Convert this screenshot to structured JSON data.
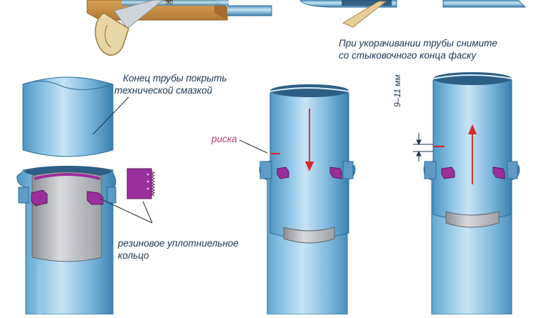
{
  "labels": {
    "chamfer_note_line1": "При укорачивании трубы снимите",
    "chamfer_note_line2": "со стыковочного конца фаску",
    "lubricant_note_line1": "Конец трубы покрыть",
    "lubricant_note_line2": "технической смазкой",
    "mark_label": "риска",
    "seal_label_line1": "резиновое уплотниельное",
    "seal_label_line2": "кольцо",
    "gap_label": "9–11 мм",
    "angle_label": "30"
  },
  "colors": {
    "pipe_light": "#b9dcef",
    "pipe_mid": "#6fb0d6",
    "pipe_dark": "#3a7fae",
    "seal": "#9b2f9b",
    "arrow": "#d7262d",
    "wood": "#c88a3f",
    "text": "#1d3550"
  }
}
